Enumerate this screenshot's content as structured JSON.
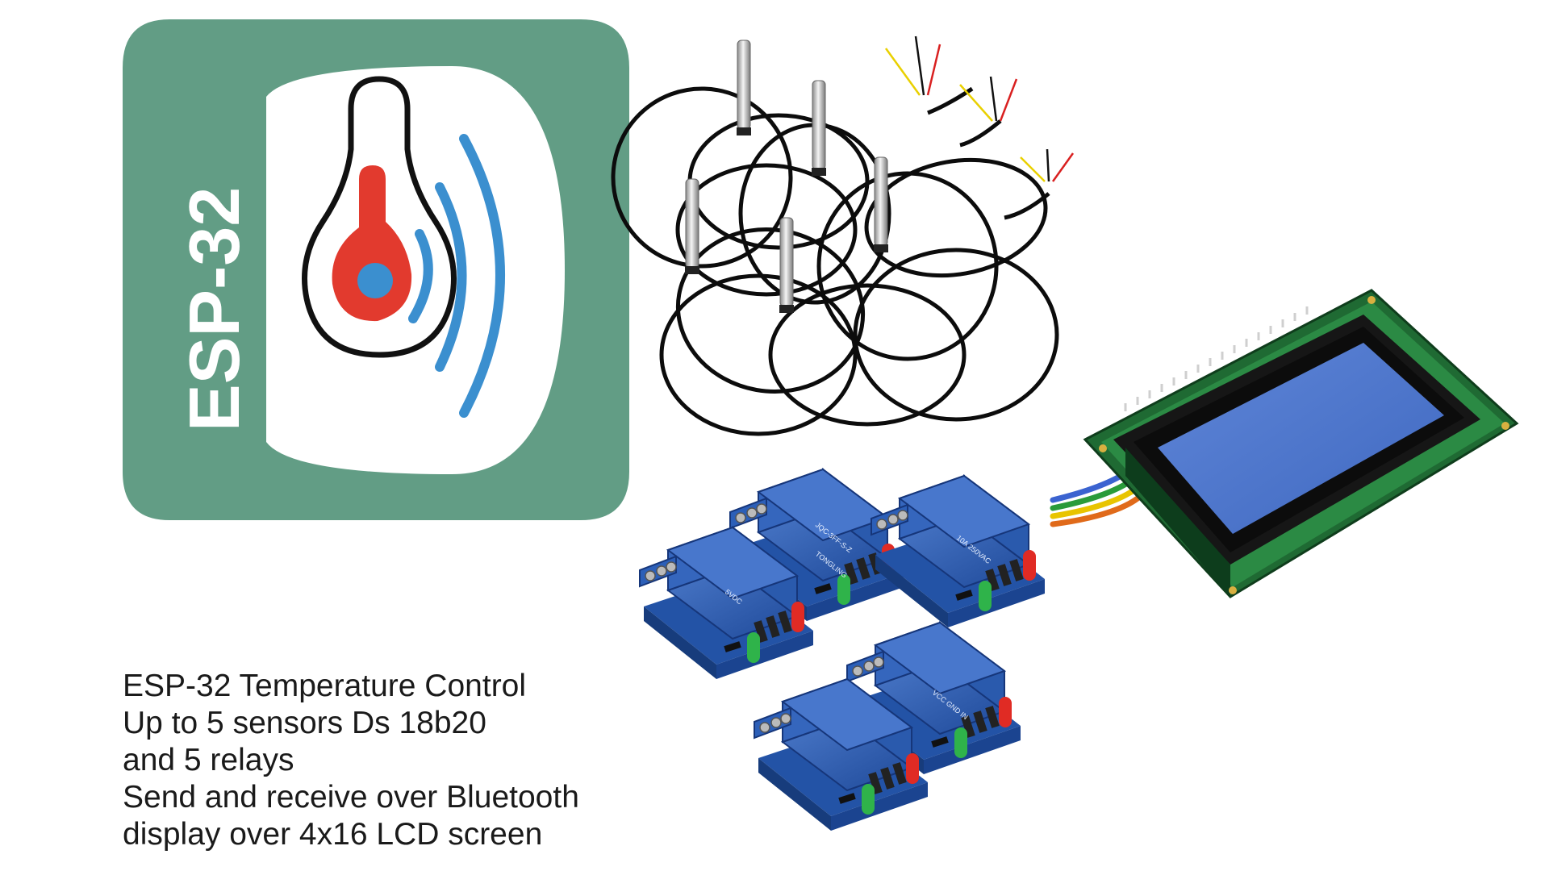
{
  "logo": {
    "text": "ESP-32",
    "colors": {
      "background": "#629d85",
      "inner": "#ffffff",
      "bulb_outline": "#111111",
      "mercury": "#e23a2e",
      "bulb_center": "#3b8fcf",
      "waves": "#3b8fcf",
      "text": "#ffffff"
    },
    "icon": "thermometer-bulb-icon",
    "wave_icon": "wireless-waves-icon"
  },
  "relay_labels": {
    "brand": "TONGLING",
    "model": "JQC-3FF-S-Z",
    "rating": "10A 250VAC",
    "voltage": "5VDC",
    "pins": "VCC GND IN"
  },
  "description": {
    "lines": [
      "ESP-32 Temperature Control",
      "Up to 5 sensors Ds 18b20",
      "and 5 relays",
      "Send and receive over Bluetooth",
      "display over 4x16 LCD screen"
    ]
  }
}
